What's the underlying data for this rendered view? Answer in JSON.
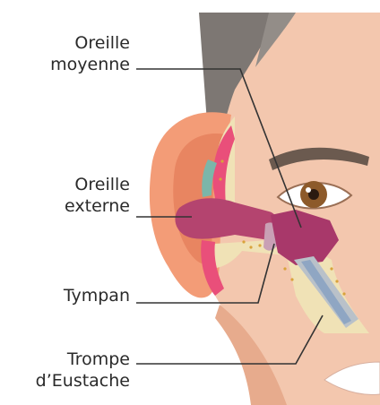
{
  "labels": {
    "middle_ear": [
      "Oreille",
      "moyenne"
    ],
    "outer_ear": [
      "Oreille",
      "externe"
    ],
    "eardrum": [
      "Tympan"
    ],
    "eustachian_tube": [
      "Trompe",
      "d’Eustache"
    ]
  },
  "colors": {
    "skin": "#f3c7ae",
    "skin_shadow": "#e7ab8d",
    "hair": "#7d7773",
    "ear_outer": "#f39c77",
    "ear_inner": "#e88561",
    "canal": "#b4446f",
    "cartilage": "#f0e2b6",
    "bone_dots": "#d9a33b",
    "pink_tissue": "#e94f7a",
    "teal_tissue": "#7bb6a9",
    "tube_grey": "#b9c1c9",
    "tube_blue": "#8fa6c3",
    "iris": "#8d5a2a",
    "leader_line": "#333333"
  }
}
